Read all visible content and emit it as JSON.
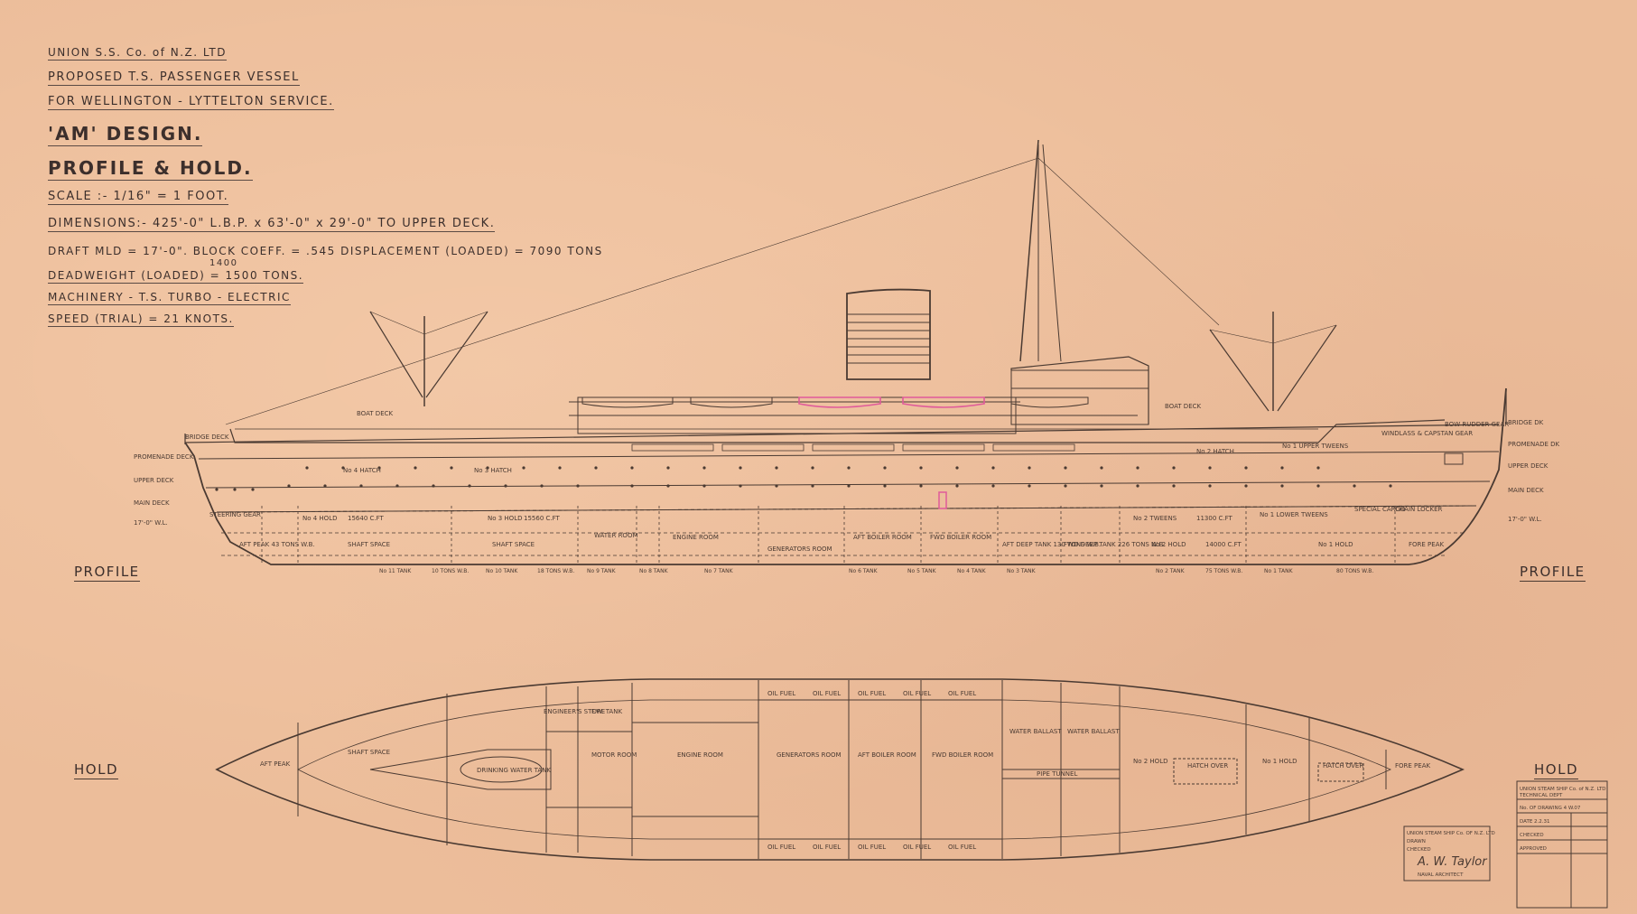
{
  "header": {
    "company": "UNION S.S. Co. of N.Z. LTD",
    "title": "PROPOSED T.S. PASSENGER VESSEL",
    "service": "FOR WELLINGTON - LYTTELTON SERVICE.",
    "design": "'AM' DESIGN.",
    "sheet": "PROFILE & HOLD.",
    "scale": "SCALE :- 1/16\" = 1 FOOT.",
    "dimensions": "DIMENSIONS:- 425'-0\" L.B.P. x 63'-0\" x 29'-0\" TO UPPER DECK.",
    "draft": "DRAFT MLD = 17'-0\".  BLOCK COEFF. = .545  DISPLACEMENT (LOADED) = 7090 TONS",
    "deadweight_correction": "1400",
    "deadweight": "DEADWEIGHT (LOADED) = 1500 TONS.",
    "machinery": "MACHINERY - T.S. TURBO - ELECTRIC",
    "speed": "SPEED (TRIAL) = 21 KNOTS."
  },
  "labels": {
    "profile_left": "PROFILE",
    "profile_right": "PROFILE",
    "hold_left": "HOLD",
    "hold_right": "HOLD"
  },
  "profile": {
    "decks_left": [
      "BRIDGE DECK",
      "PROMENADE DECK",
      "UPPER DECK",
      "MAIN DECK",
      "17'-0\" W.L."
    ],
    "decks_right": [
      "BRIDGE DK",
      "PROMENADE DK",
      "UPPER DECK",
      "MAIN DECK",
      "17'-0\" W.L."
    ],
    "deck_tags": [
      "BOAT DECK",
      "BOAT DECK",
      "BOW RUDDER GEAR",
      "WINDLASS & CAPSTAN GEAR"
    ],
    "compartments": [
      "STEERING GEAR",
      "AFT PEAK 43 TONS W.B.",
      "SHAFT SPACE",
      "No 4 HOLD",
      "15640 C.FT",
      "No 3 HOLD",
      "15560 C.FT",
      "SHAFT SPACE",
      "WATER ROOM",
      "ENGINE ROOM",
      "GENERATORS ROOM",
      "AFT BOILER ROOM",
      "FWD BOILER ROOM",
      "AFT DEEP TANK 130 TONS W.B.",
      "FWD DEEP TANK 226 TONS W.B.",
      "No 2 TWEENS",
      "11300 C.FT",
      "No 2 HOLD",
      "14000 C.FT",
      "No 1 LOWER TWEENS",
      "No 1 HOLD",
      "FORE PEAK",
      "No 4 HATCH",
      "No 3 HATCH",
      "No 2 HATCH",
      "No 1 UPPER TWEENS",
      "SPECIAL CARGO",
      "CHAIN LOCKER"
    ],
    "tanks": [
      "No 11 TANK",
      "10 TONS W.B.",
      "No 10 TANK",
      "18 TONS W.B.",
      "No 9 TANK",
      "No 8 TANK",
      "No 7 TANK",
      "No 6 TANK",
      "No 5 TANK",
      "No 4 TANK",
      "No 3 TANK",
      "No 2 TANK",
      "75 TONS W.B.",
      "No 1 TANK",
      "80 TONS W.B."
    ]
  },
  "hold": {
    "left": [
      "AFT PEAK",
      "SHAFT SPACE",
      "DRINKING WATER TANK",
      "ENGINEER'S STORE",
      "F.W. TANK",
      "MOTOR ROOM",
      "ENGINE ROOM",
      "GENERATORS ROOM",
      "AFT BOILER ROOM",
      "FWD BOILER ROOM"
    ],
    "right": [
      "WATER BALLAST",
      "WATER BALLAST",
      "PIPE TUNNEL",
      "No 2 HOLD",
      "HATCH OVER",
      "No 1 HOLD",
      "HATCH OVER",
      "FORE PEAK"
    ],
    "oil_fuel": "OIL FUEL"
  },
  "title_block": {
    "rows": [
      "UNION STEAM SHIP Co. of N.Z. LTD",
      "TECHNICAL DEPT",
      "No. OF DRAWING 4 W.07",
      "DATE 2.2.31",
      "CHECKED",
      "APPROVED"
    ],
    "stamp_lines": [
      "UNION STEAM SHIP Co. OF N.Z. LTD",
      "DRAWN",
      "CHECKED"
    ],
    "signature": "A. W. Taylor",
    "signature_title": "NAVAL ARCHITECT"
  },
  "colors": {
    "paper": "#ecbd9a",
    "ink": "#4a3a32",
    "pink": "#e05a9a"
  }
}
